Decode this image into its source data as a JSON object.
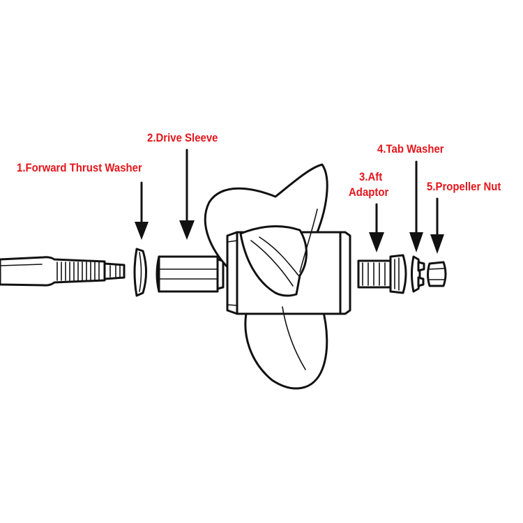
{
  "labels": {
    "forward_thrust_washer": "1.Forward Thrust Washer",
    "drive_sleeve": "2.Drive Sleeve",
    "aft_adaptor_line1": "3.Aft",
    "aft_adaptor_line2": "Adaptor",
    "tab_washer": "4.Tab Washer",
    "propeller_nut": "5.Propeller Nut"
  },
  "colors": {
    "label": "#e4161b",
    "line": "#111111",
    "background": "#ffffff"
  }
}
